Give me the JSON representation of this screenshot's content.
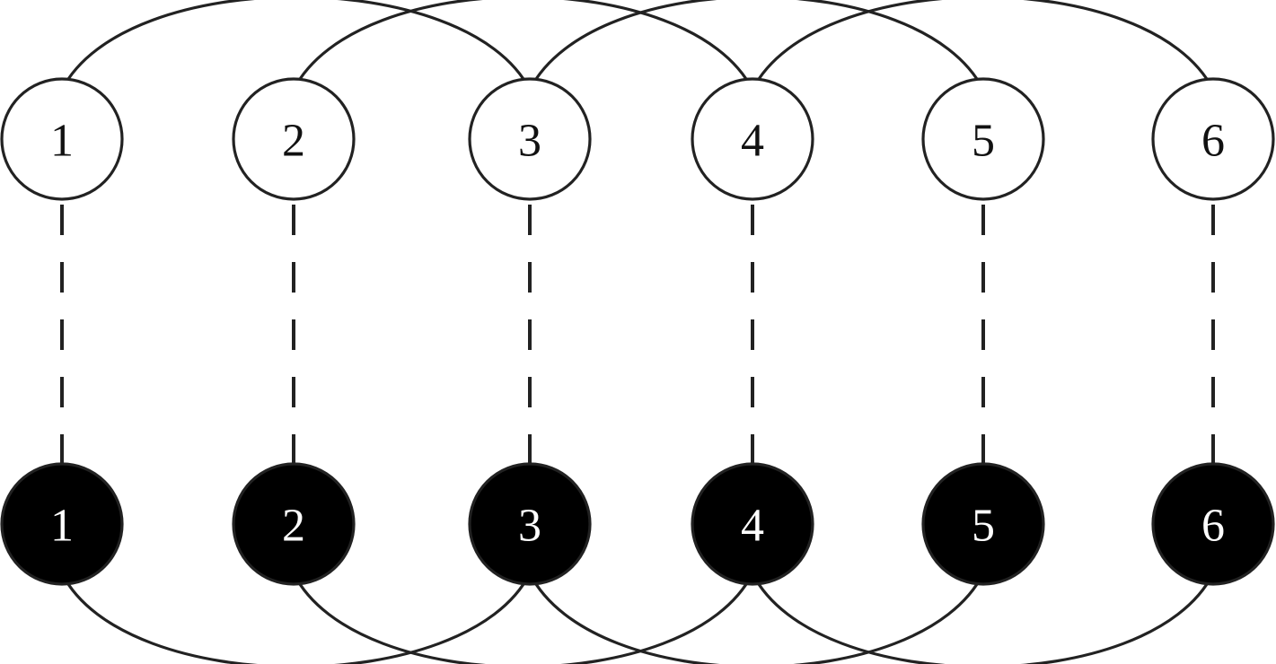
{
  "top_row": {
    "fill": "#ffffff",
    "text_color": "#111111",
    "labels": [
      "1",
      "2",
      "3",
      "4",
      "5",
      "6"
    ]
  },
  "bottom_row": {
    "fill": "#000000",
    "text_color": "#ffffff",
    "labels": [
      "1",
      "2",
      "3",
      "4",
      "5",
      "6"
    ]
  },
  "vertical_links": {
    "style": "dashed",
    "pairs": [
      [
        "1",
        "1"
      ],
      [
        "2",
        "2"
      ],
      [
        "3",
        "3"
      ],
      [
        "4",
        "4"
      ],
      [
        "5",
        "5"
      ],
      [
        "6",
        "6"
      ]
    ]
  },
  "top_arcs": [
    [
      "1",
      "3"
    ],
    [
      "2",
      "4"
    ],
    [
      "3",
      "5"
    ],
    [
      "4",
      "6"
    ]
  ],
  "bottom_arcs": [
    [
      "1",
      "3"
    ],
    [
      "2",
      "4"
    ],
    [
      "3",
      "5"
    ],
    [
      "4",
      "6"
    ]
  ],
  "line_color": "#222222"
}
